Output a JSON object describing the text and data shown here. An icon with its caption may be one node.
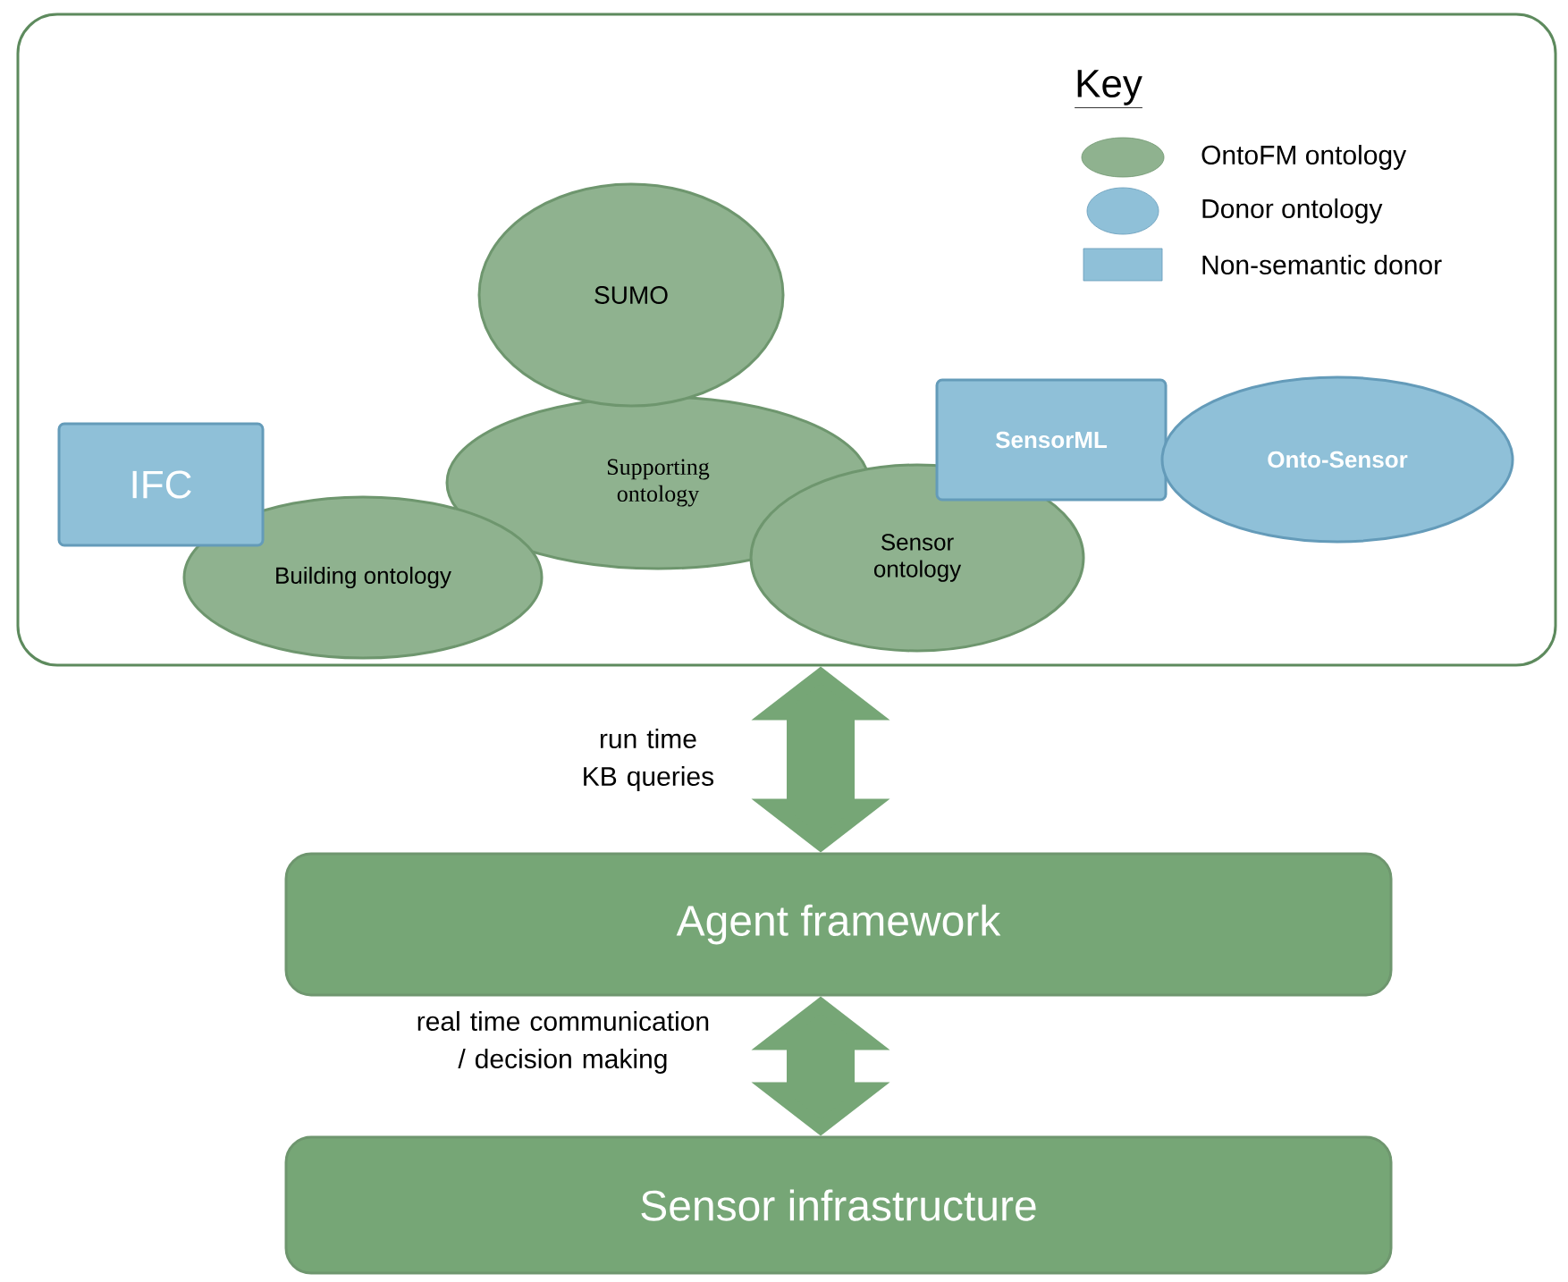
{
  "diagram": {
    "nodes": [
      {
        "text": [],
        "shape": "box"
      },
      {
        "text": [
          "SUMO"
        ],
        "in": 0
      },
      {
        "text": [
          "Supporting ontology"
        ],
        "in": 0
      },
      {
        "text": [
          "IFC"
        ],
        "in": 0
      },
      {
        "text": [
          "Building ontology"
        ],
        "in": 0
      },
      {
        "text": [
          "Sensor ontology"
        ],
        "in": 0
      },
      {
        "text": [
          "SensorML"
        ],
        "in": 0
      },
      {
        "text": [
          "Onto-Sensor"
        ],
        "in": 0
      },
      {
        "text": [
          "Agent framework"
        ]
      },
      {
        "text": [
          "Sensor infrastructure"
        ]
      }
    ],
    "edges": [
      {
        "from": 0,
        "to": 8,
        "arrow": "both",
        "label": "run time KB queries"
      },
      {
        "from": 8,
        "to": 9,
        "arrow": "both",
        "label": "real time communication / decision making"
      }
    ],
    "labels": [
      "Key"
    ],
    "legend": [
      {
        "text": "OntoFM ontology"
      },
      {
        "text": "Donor ontology"
      },
      {
        "text": "Non-semantic donor"
      }
    ]
  }
}
